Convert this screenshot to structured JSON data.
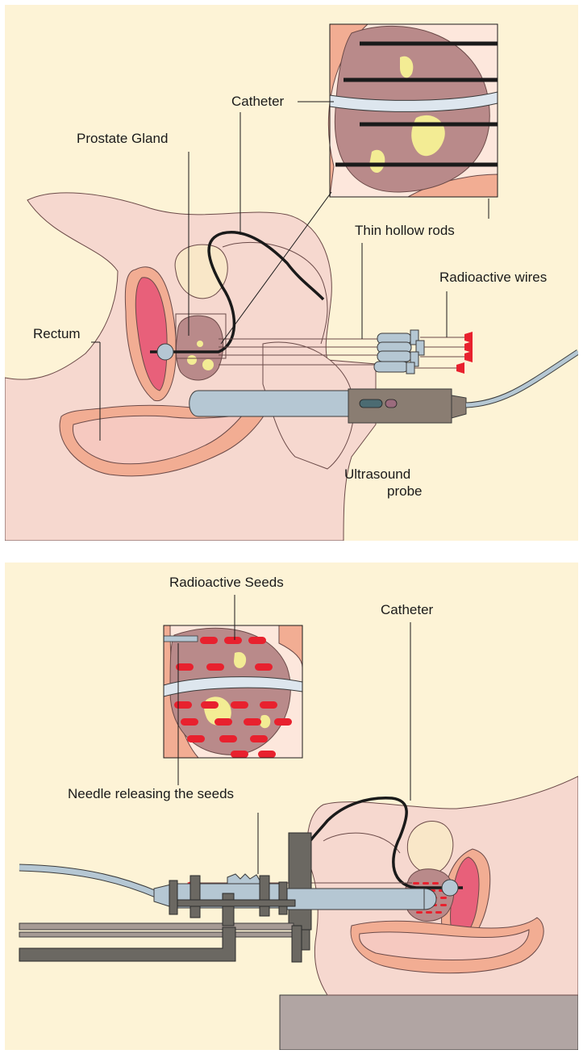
{
  "top_panel": {
    "labels": {
      "catheter": "Catheter",
      "prostate_gland": "Prostate Gland",
      "thin_hollow_rods": "Thin hollow rods",
      "radioactive_wires": "Radioactive wires",
      "rectum": "Rectum",
      "ultrasound_line1": "Ultrasound",
      "ultrasound_line2": "probe"
    }
  },
  "bottom_panel": {
    "labels": {
      "radioactive_seeds": "Radioactive Seeds",
      "catheter": "Catheter",
      "needle_releasing": "Needle releasing the seeds"
    }
  },
  "colors": {
    "background": "#fdf3d6",
    "skin": "#f6d8cf",
    "skin_outline": "#6b4a48",
    "prostate": "#b98a8a",
    "rectum_wall": "#f2ad93",
    "rectum_inner": "#f6c9c0",
    "bladder": "#f9e7c8",
    "tumor": "#f3ec94",
    "red": "#e8212e",
    "probe": "#b5c7d3",
    "probe_handle": "#8a7d72",
    "platform": "#b1a5a3",
    "stepper": "#6b6862"
  }
}
